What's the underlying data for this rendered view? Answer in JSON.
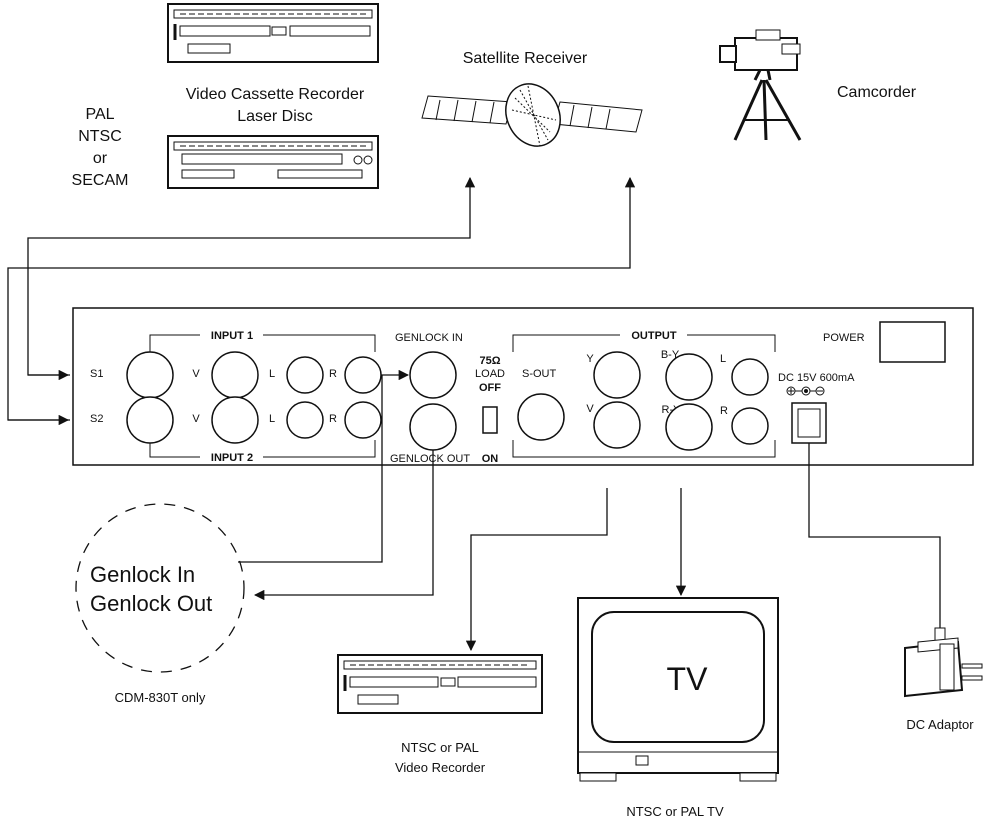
{
  "sources": {
    "vcr_label_line1": "Video Cassette Recorder",
    "vcr_label_line2": "Laser Disc",
    "formats": [
      "PAL",
      "NTSC",
      "or",
      "SECAM"
    ],
    "satellite_label": "Satellite Receiver",
    "camcorder_label": "Camcorder"
  },
  "panel": {
    "input1_label": "INPUT 1",
    "input2_label": "INPUT 2",
    "s1": "S1",
    "s2": "S2",
    "v": "V",
    "l": "L",
    "r": "R",
    "genlock_in": "GENLOCK IN",
    "genlock_out": "GENLOCK OUT",
    "load_75": "75Ω",
    "load": "LOAD",
    "off": "OFF",
    "on": "ON",
    "s_out": "S-OUT",
    "output_label": "OUTPUT",
    "y": "Y",
    "by": "B-Y",
    "ry": "R-Y",
    "power": "POWER",
    "dc_rating": "DC 15V 600mA"
  },
  "genlock_bubble": {
    "line1": "Genlock In",
    "line2": "Genlock Out",
    "note": "CDM-830T only"
  },
  "outputs": {
    "recorder_line1": "NTSC or PAL",
    "recorder_line2": "Video Recorder",
    "tv_screen": "TV",
    "tv_label": "NTSC or PAL TV",
    "adaptor_label": "DC Adaptor"
  }
}
